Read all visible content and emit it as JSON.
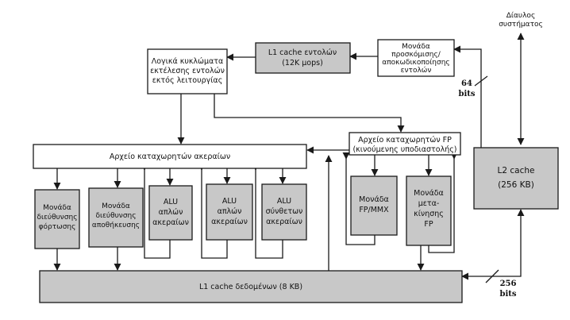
{
  "diagram": {
    "system_bus": [
      "Δίαυλος",
      "συστήματος"
    ],
    "l1_instr_cache": [
      "L1 cache εντολών",
      "(12K μops)"
    ],
    "fetch_decode_unit": [
      "Μονάδα",
      "προσκόμισης/",
      "αποκωδικοποίησης",
      "εντολών"
    ],
    "ooo_logic": [
      "Λογικά κυκλώματα",
      "εκτέλεσης εντολών",
      "εκτός λειτουργίας"
    ],
    "int_regfile": "Αρχείο καταχωρητών ακεραίων",
    "fp_regfile": [
      "Αρχείο καταχωρητών FP",
      "(κινούμενης υποδιαστολής)"
    ],
    "load_unit": [
      "Μονάδα",
      "διεύθυνσης",
      "φόρτωσης"
    ],
    "store_unit": [
      "Μονάδα",
      "διεύθυνσης",
      "αποθήκευσης"
    ],
    "alu_simple_1": [
      "ALU",
      "απλών",
      "ακεραίων"
    ],
    "alu_simple_2": [
      "ALU",
      "απλών",
      "ακεραίων"
    ],
    "alu_complex": [
      "ALU",
      "σύνθετων",
      "ακεραίων"
    ],
    "fp_mmx_unit": [
      "Μονάδα",
      "FP/MMX"
    ],
    "fp_move_unit": [
      "Μονάδα",
      "μετα-",
      "κίνησης",
      "FP"
    ],
    "l2_cache": [
      "L2 cache",
      "(256 KB)"
    ],
    "l1_data_cache": "L1 cache δεδομένων (8 KB)",
    "bus_64": [
      "64",
      "bits"
    ],
    "bus_256": [
      "256",
      "bits"
    ]
  }
}
